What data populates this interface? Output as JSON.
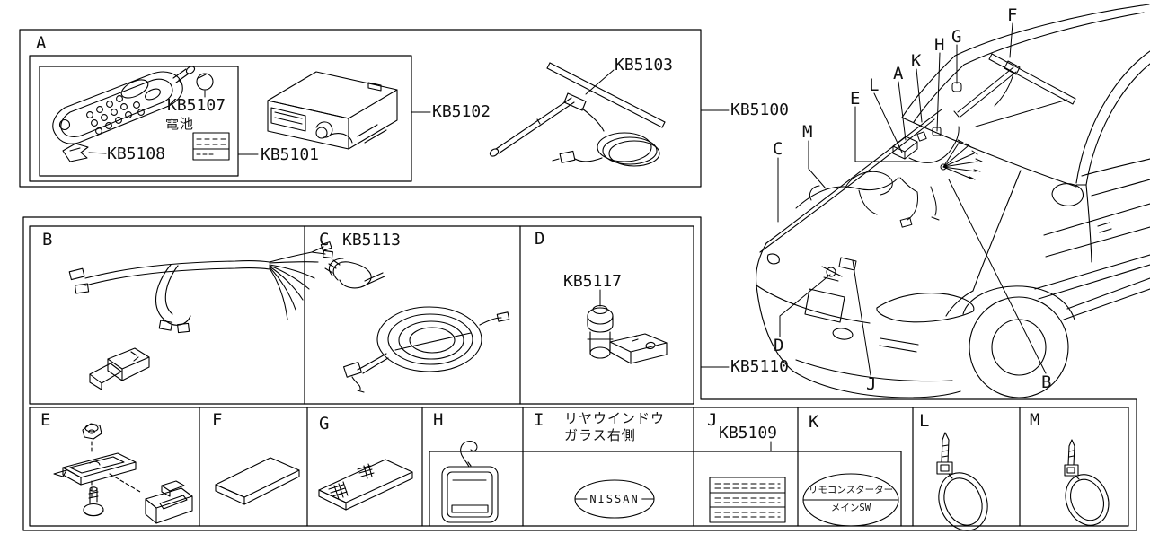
{
  "diagram": {
    "kit_labels": {
      "kb5100": "KB5100",
      "kb5110": "KB5110"
    },
    "panel_a": {
      "label": "A",
      "kb5101": "KB5101",
      "kb5102": "KB5102",
      "kb5103": "KB5103",
      "kb5107": "KB5107",
      "kb5107_caption": "電池",
      "kb5108": "KB5108"
    },
    "panel_b": {
      "label": "B"
    },
    "panel_c": {
      "label": "C",
      "part": "KB5113"
    },
    "panel_d": {
      "label": "D",
      "part": "KB5117"
    },
    "panel_e": {
      "label": "E"
    },
    "panel_f": {
      "label": "F"
    },
    "panel_g": {
      "label": "G"
    },
    "panel_h": {
      "label": "H"
    },
    "panel_i": {
      "label": "I",
      "caption_line1": "リヤウインドウ",
      "caption_line2": "ガラス右側",
      "emblem": "NISSAN"
    },
    "panel_j": {
      "label": "J",
      "part": "KB5109"
    },
    "panel_k": {
      "label": "K",
      "sticker_line1": "リモコンスターター",
      "sticker_line2": "メインSW"
    },
    "panel_l": {
      "label": "L"
    },
    "panel_m": {
      "label": "M"
    },
    "car_callouts": {
      "a": "A",
      "b": "B",
      "c": "C",
      "d": "D",
      "e": "E",
      "f": "F",
      "g": "G",
      "h": "H",
      "j": "J",
      "k": "K",
      "l": "L",
      "m": "M"
    }
  },
  "colors": {
    "line": "#000000",
    "background": "#ffffff",
    "text": "#111111"
  }
}
